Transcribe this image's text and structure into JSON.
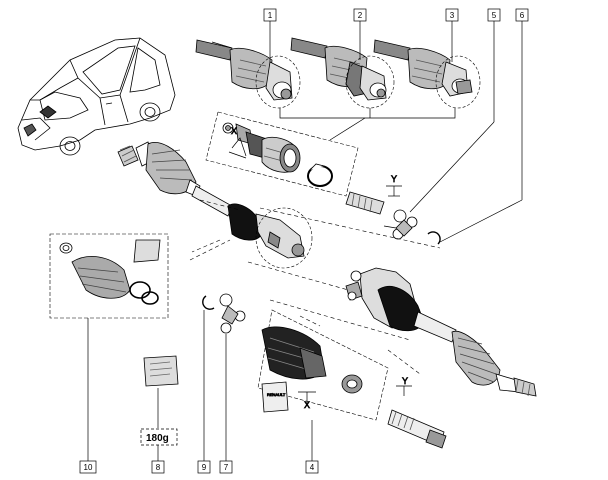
{
  "diagram": {
    "callouts": [
      {
        "id": "c1",
        "label": "1"
      },
      {
        "id": "c2",
        "label": "2"
      },
      {
        "id": "c3",
        "label": "3"
      },
      {
        "id": "c5",
        "label": "5"
      },
      {
        "id": "c6",
        "label": "6"
      },
      {
        "id": "c10",
        "label": "10"
      },
      {
        "id": "c8",
        "label": "8"
      },
      {
        "id": "c9",
        "label": "9"
      },
      {
        "id": "c7",
        "label": "7"
      },
      {
        "id": "c4",
        "label": "4"
      }
    ],
    "markers": {
      "x_top": "X",
      "y_top": "Y",
      "x_bottom": "X",
      "y_bottom": "Y"
    },
    "grease_amount": "180g",
    "grease_packet_text": "RENAULT"
  }
}
